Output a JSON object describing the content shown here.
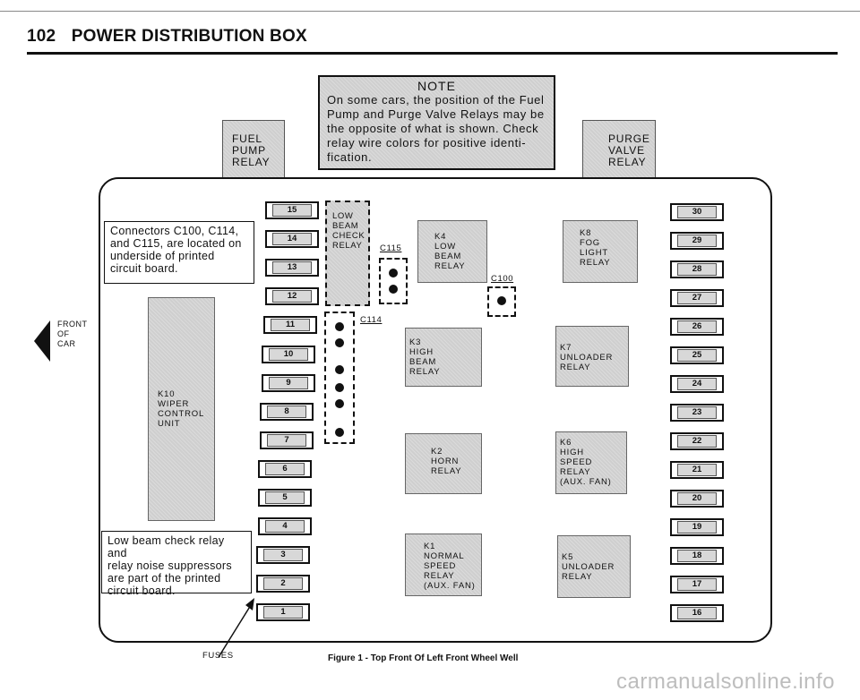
{
  "header": {
    "page_number": "102",
    "title": "POWER DISTRIBUTION BOX"
  },
  "note": {
    "title": "NOTE",
    "lines": [
      "On some cars, the position of the Fuel",
      "Pump and Purge Valve Relays may be",
      "the opposite of what is shown. Check",
      "relay wire colors for positive identi-",
      "fication."
    ]
  },
  "top_relays": {
    "fuel_pump": [
      "FUEL",
      "PUMP",
      "RELAY"
    ],
    "purge_valve": [
      "PURGE",
      "VALVE",
      "RELAY"
    ]
  },
  "callouts": {
    "connectors": [
      "Connectors C100, C114,",
      "and C115, are located on",
      "underside of printed",
      "circuit board."
    ],
    "low_beam": [
      "Low beam check relay and",
      "relay noise suppressors",
      "are part of the printed",
      "circuit board."
    ]
  },
  "fuses_left": [
    "15",
    "14",
    "13",
    "12",
    "11",
    "10",
    "9",
    "8",
    "7",
    "6",
    "5",
    "4",
    "3",
    "2",
    "1"
  ],
  "fuses_right": [
    "30",
    "29",
    "28",
    "27",
    "26",
    "25",
    "24",
    "23",
    "22",
    "21",
    "20",
    "19",
    "18",
    "17",
    "16"
  ],
  "relays": {
    "low_beam_check": [
      "LOW",
      "BEAM",
      "CHECK",
      "RELAY"
    ],
    "k10": [
      "K10",
      "WIPER",
      "CONTROL",
      "UNIT"
    ],
    "k4": [
      "K4",
      "LOW",
      "BEAM",
      "RELAY"
    ],
    "k3": [
      "K3",
      "HIGH",
      "BEAM",
      "RELAY"
    ],
    "k2": [
      "K2",
      "HORN",
      "RELAY"
    ],
    "k1": [
      "K1",
      "NORMAL",
      "SPEED",
      "RELAY",
      "(AUX. FAN)"
    ],
    "k8": [
      "K8",
      "FOG",
      "LIGHT",
      "RELAY"
    ],
    "k7": [
      "K7",
      "UNLOADER",
      "RELAY"
    ],
    "k6": [
      "K6",
      "HIGH",
      "SPEED",
      "RELAY",
      "(AUX. FAN)"
    ],
    "k5": [
      "K5",
      "UNLOADER",
      "RELAY"
    ]
  },
  "connectors": {
    "c115": "C115",
    "c100": "C100",
    "c114": "C114"
  },
  "front_of_car": [
    "FRONT",
    "OF",
    "CAR"
  ],
  "fuses_label": "FUSES",
  "caption": "Figure 1 - Top Front Of Left Front Wheel Well",
  "watermark": "carmanualsonline.info"
}
